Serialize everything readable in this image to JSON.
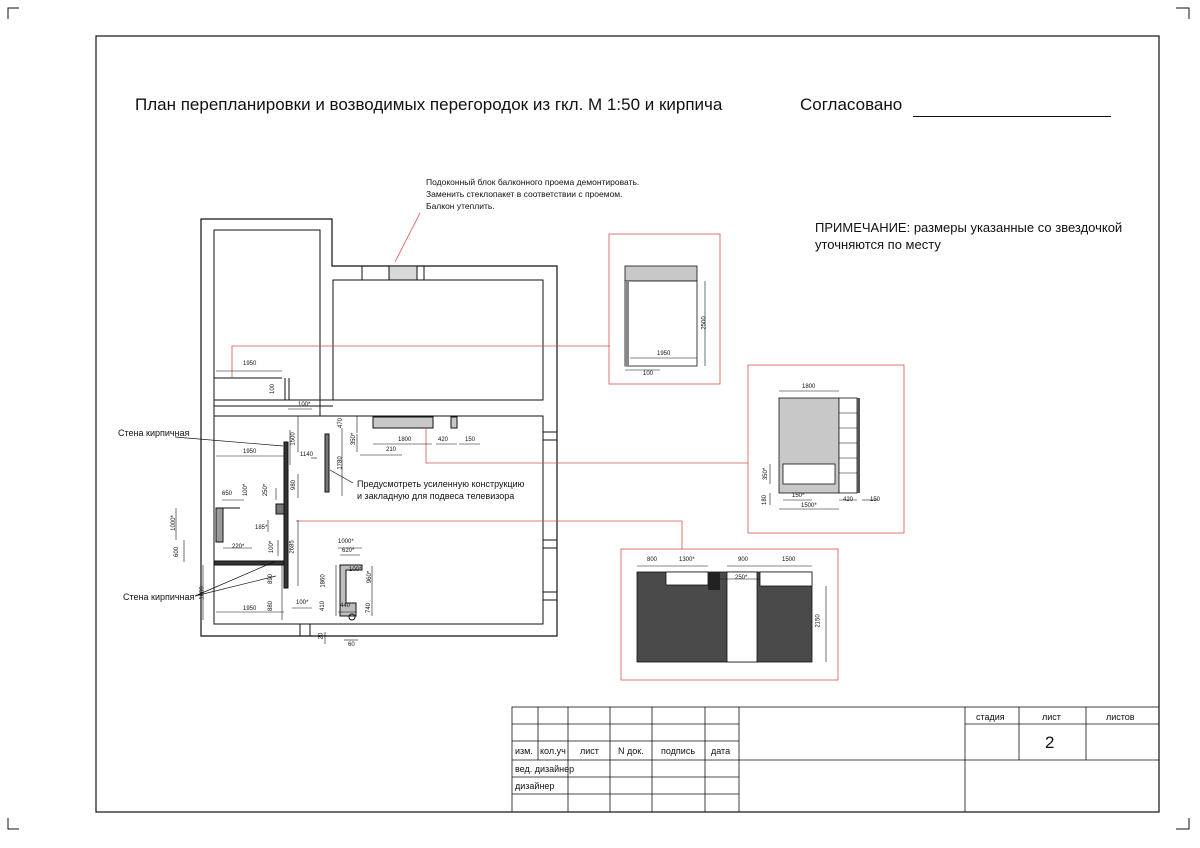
{
  "header": {
    "title": "План перепланировки и возводимых перегородок из гкл. М 1:50 и кирпича",
    "approved": "Согласовано"
  },
  "note": {
    "line1": "ПРИМЕЧАНИЕ: размеры указанные со звездочкой",
    "line2": "уточняются по месту"
  },
  "balcony_note": {
    "line1": "Подоконный блок балконного проема демонтировать.",
    "line2": "Заменить стеклопакет в соответствии с проемом.",
    "line3": "Балкон утеплить."
  },
  "labels": {
    "brick_wall_top": "Стена кирпичная",
    "brick_wall_bottom": "Стена кирпичная",
    "tv_note_line1": "Предусмотреть усиленную конструкцию",
    "tv_note_line2": "и закладную для подвеса телевизора"
  },
  "dims": {
    "d1950a": "1950",
    "d100a": "100",
    "d100b": "100*",
    "d470": "470",
    "d1500": "1500",
    "d350": "350*",
    "d1800a": "1800",
    "d420a": "420",
    "d150a": "150",
    "d210": "210",
    "d1950b": "1950",
    "d1140": "1140",
    "d1780": "1780",
    "d980": "980",
    "d650": "650",
    "d250": "250*",
    "d100c": "100*",
    "d185": "185*",
    "d1000a": "1000*",
    "d600": "600",
    "d220": "220*",
    "d100d": "100*",
    "d2685": "2685",
    "d890": "890",
    "d1000b": "1000*",
    "d620": "620*",
    "d100e": "100*",
    "d960": "960*",
    "d1860": "1860",
    "d740": "740",
    "d410": "410",
    "d440": "440",
    "d1600": "1600",
    "d880": "880",
    "d1950c": "1950",
    "d100f": "100*",
    "d20": "20",
    "d60": "60",
    "dA1950": "1950",
    "dA2500": "2500",
    "dA100": "100",
    "dB1800": "1800",
    "dB350": "350*",
    "dB180": "180",
    "dB150a": "150*",
    "dB1500": "1500*",
    "dB420": "420",
    "dB150b": "150",
    "dC800": "800",
    "dC1300": "1300*",
    "dC900": "900",
    "dC1500": "1500",
    "dC250": "250*",
    "dC2150": "2150"
  },
  "title_block": {
    "h_izm": "изм.",
    "h_kol": "кол.уч",
    "h_list": "лист",
    "h_ndok": "N док.",
    "h_podpis": "подпись",
    "h_data": "дата",
    "r_ved": "вед. дизайнер",
    "r_diz": "дизайнер",
    "stage": "стадия",
    "sheet": "лист",
    "sheets": "листов",
    "sheet_no": "2"
  },
  "colors": {
    "line": "#111111",
    "accent": "#d9534f",
    "wall_fill": "#ffffff",
    "gray_light": "#c8c8c8",
    "gray_dark": "#4a4a4a",
    "gray_mid": "#9a9a9a"
  }
}
